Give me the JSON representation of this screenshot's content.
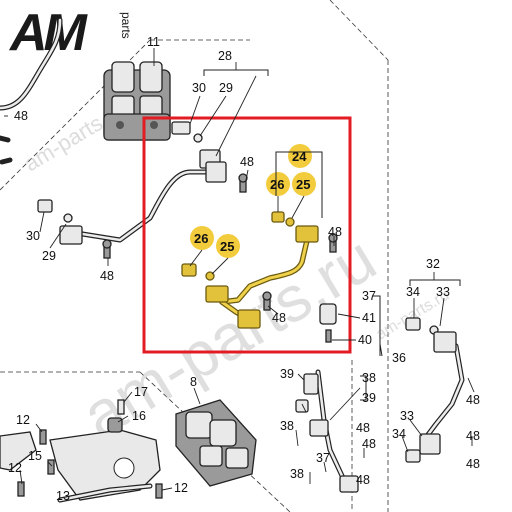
{
  "logo": {
    "big": "AM",
    "small": "parts"
  },
  "watermark": {
    "main": "am-parts.ru",
    "small": "am-parts.ru"
  },
  "highlight_color": "#e31b23",
  "callout_color": "#f2cc3d",
  "labels": {
    "l11": "11",
    "l28": "28",
    "l30a": "30",
    "l29a": "29",
    "l48a": "48",
    "l48b": "48",
    "l30b": "30",
    "l29b": "29",
    "l48c": "48",
    "l24": "24",
    "l26a": "26",
    "l25a": "25",
    "l26b": "26",
    "l25b": "25",
    "l48d": "48",
    "l48e": "48",
    "l32": "32",
    "l34a": "34",
    "l33a": "33",
    "l37a": "37",
    "l41": "41",
    "l40": "40",
    "l36": "36",
    "l39a": "39",
    "l38a": "38",
    "l39b": "39",
    "l48f": "48",
    "l38b": "38",
    "l37b": "37",
    "l48g": "48",
    "l38c": "38",
    "l48h": "48",
    "l48i": "48",
    "l33b": "33",
    "l34b": "34",
    "l48j": "48",
    "l48k": "48",
    "l8": "8",
    "l17": "17",
    "l16": "16",
    "l12a": "12",
    "l12b": "12",
    "l15": "15",
    "l13": "13"
  }
}
